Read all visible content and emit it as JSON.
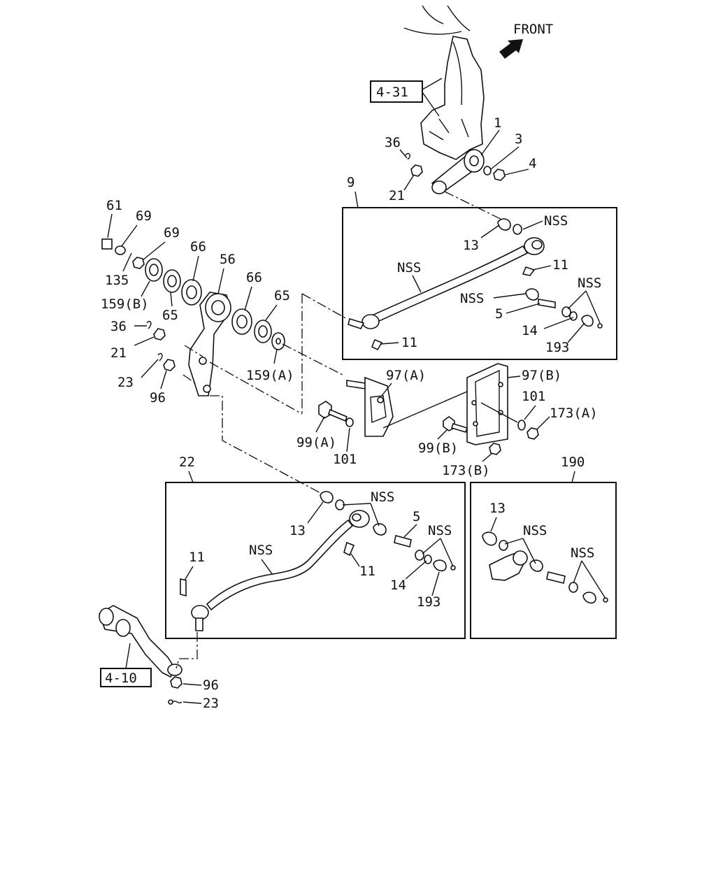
{
  "direction_label": "FRONT",
  "references": {
    "gearbox": "4-31",
    "lower_arm": "4-10"
  },
  "groups": {
    "upper_rod": "9",
    "lower_rod": "22",
    "rod_end_kit": "190"
  },
  "labels": {
    "p1": "1",
    "p3": "3",
    "p4": "4",
    "p36a": "36",
    "p21a": "21",
    "p61": "61",
    "p69a": "69",
    "p69b": "69",
    "p66a": "66",
    "p56": "56",
    "p135": "135",
    "p66b": "66",
    "p65a": "65",
    "p159b": "159(B)",
    "p65b": "65",
    "p36b": "36",
    "p21b": "21",
    "p159a": "159(A)",
    "p23a": "23",
    "p96a": "96",
    "u13": "13",
    "u_nss1": "NSS",
    "u_nss2": "NSS",
    "u11a": "11",
    "u_nss3": "NSS",
    "u_nss4": "NSS",
    "u5": "5",
    "u14": "14",
    "u193": "193",
    "u11b": "11",
    "p97a": "97(A)",
    "p97b": "97(B)",
    "p101a": "101",
    "p173a": "173(A)",
    "p99a": "99(A)",
    "p101b": "101",
    "p99b": "99(B)",
    "p173b": "173(B)",
    "l13": "13",
    "l_nss1": "NSS",
    "l5": "5",
    "l_nss2": "NSS",
    "l11a": "11",
    "l_nss3": "NSS",
    "l11b": "11",
    "l14": "14",
    "l193": "193",
    "k13": "13",
    "k_nss1": "NSS",
    "k_nss2": "NSS",
    "p96b": "96",
    "p23b": "23"
  }
}
